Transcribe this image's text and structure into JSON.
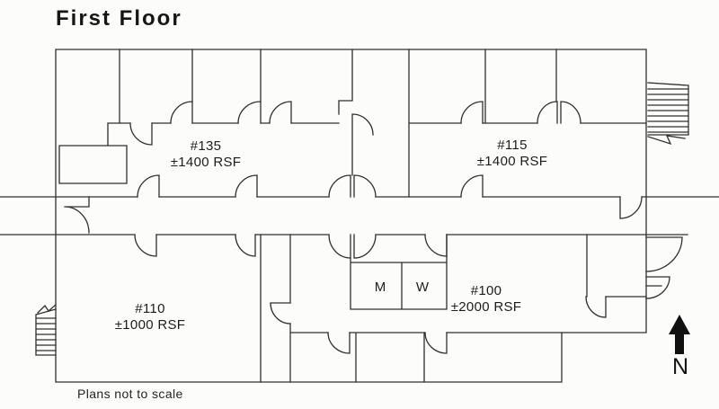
{
  "page": {
    "title": "First Floor",
    "footnote": "Plans not to scale"
  },
  "colors": {
    "background": "#fcfcfa",
    "line": "#2f2f2f",
    "text": "#1d1d1d",
    "north_arrow": "#111111"
  },
  "compass": {
    "label": "N",
    "direction": "north"
  },
  "suites": [
    {
      "number": "#135",
      "area": "±1400 RSF"
    },
    {
      "number": "#115",
      "area": "±1400 RSF"
    },
    {
      "number": "#110",
      "area": "±1000 RSF"
    },
    {
      "number": "#100",
      "area": "±2000 RSF"
    }
  ],
  "restrooms": {
    "men_label": "M",
    "women_label": "W"
  }
}
